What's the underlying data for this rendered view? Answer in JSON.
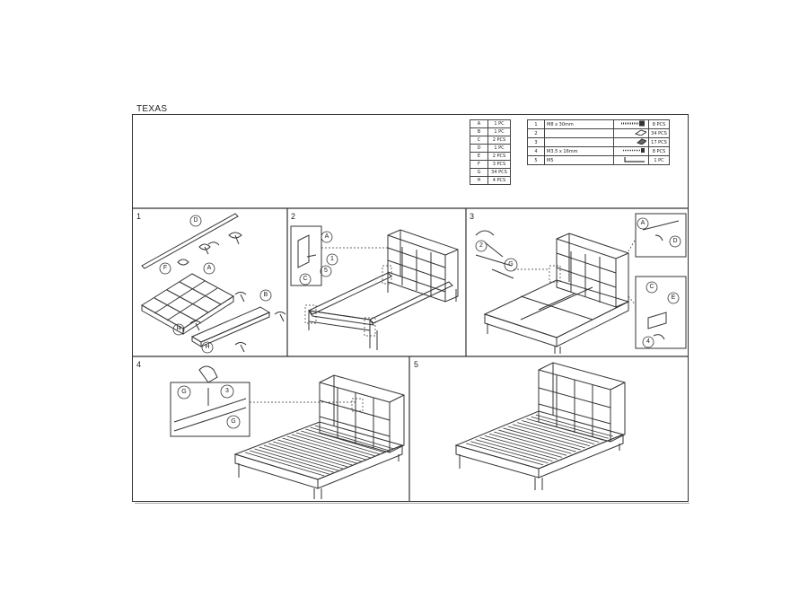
{
  "doc": {
    "title": "TEXAS"
  },
  "parts": [
    {
      "label": "A",
      "qty": "1 PC"
    },
    {
      "label": "B",
      "qty": "1 PC"
    },
    {
      "label": "C",
      "qty": "2 PCS"
    },
    {
      "label": "D",
      "qty": "1 PC"
    },
    {
      "label": "E",
      "qty": "2 PCS"
    },
    {
      "label": "F",
      "qty": "3 PCS"
    },
    {
      "label": "G",
      "qty": "34 PCS"
    },
    {
      "label": "H",
      "qty": "4 PCS"
    }
  ],
  "hardware": [
    {
      "num": "1",
      "desc": "M8 x 30mm",
      "icon": "bolt-icon",
      "qty": "8 PCS"
    },
    {
      "num": "2",
      "desc": "",
      "icon": "slat-cap-icon",
      "qty": "34 PCS"
    },
    {
      "num": "3",
      "desc": "",
      "icon": "washer-icon",
      "qty": "17 PCS"
    },
    {
      "num": "4",
      "desc": "M3.5 x 16mm",
      "icon": "screw-icon",
      "qty": "8 PCS"
    },
    {
      "num": "5",
      "desc": "M5",
      "icon": "allen-key-icon",
      "qty": "1 PC"
    }
  ],
  "steps": [
    {
      "num": "1",
      "callouts": [
        "D",
        "F",
        "A",
        "B",
        "H",
        "H"
      ]
    },
    {
      "num": "2",
      "callouts": [
        "A",
        "1",
        "5",
        "C"
      ]
    },
    {
      "num": "3",
      "callouts": [
        "2",
        "G",
        "A",
        "D",
        "C",
        "E",
        "4"
      ]
    },
    {
      "num": "4",
      "callouts": [
        "G",
        "3",
        "G"
      ]
    },
    {
      "num": "5",
      "callouts": []
    }
  ]
}
